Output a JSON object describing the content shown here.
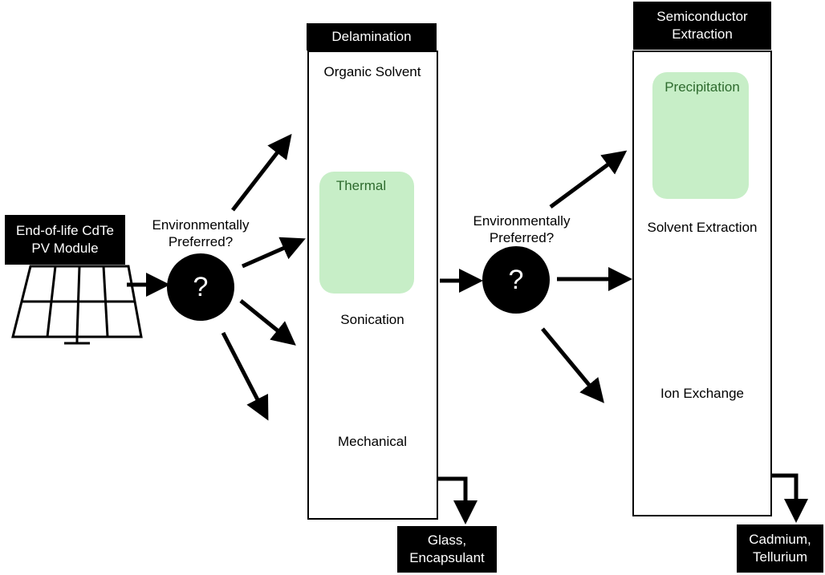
{
  "input": {
    "label_line1": "End-of-life CdTe",
    "label_line2": "PV Module",
    "icon": "solar-panel-icon"
  },
  "decision1": {
    "question_line1": "Environmentally",
    "question_line2": "Preferred?",
    "symbol": "?"
  },
  "decision2": {
    "question_line1": "Environmentally",
    "question_line2": "Preferred?",
    "symbol": "?"
  },
  "delamination": {
    "title": "Delamination",
    "methods": [
      {
        "label": "Organic Solvent",
        "icon": "flask-icon",
        "selected": false
      },
      {
        "label": "Thermal",
        "icon": "flame-icon",
        "selected": true
      },
      {
        "label": "Sonication",
        "icon": "sound-waves-icon",
        "selected": false
      },
      {
        "label": "Mechanical",
        "icon": "hammer-shredder-icon",
        "selected": false
      }
    ],
    "output_line1": "Glass,",
    "output_line2": "Encapsulant"
  },
  "extraction": {
    "title_line1": "Semiconductor",
    "title_line2": "Extraction",
    "methods": [
      {
        "label": "Precipitation",
        "icon": "test-tube-icon",
        "selected": true
      },
      {
        "label": "Solvent Extraction",
        "icon": "separatory-funnel-icon",
        "selected": false
      },
      {
        "label": "Ion Exchange",
        "icon": "ion-exchange-column-icon",
        "selected": false
      }
    ],
    "output_line1": "Cadmium,",
    "output_line2": "Tellurium"
  },
  "colors": {
    "highlight": "#c7eec7",
    "check": "#3a9a1e",
    "icon_green": "#2e6b2e"
  }
}
